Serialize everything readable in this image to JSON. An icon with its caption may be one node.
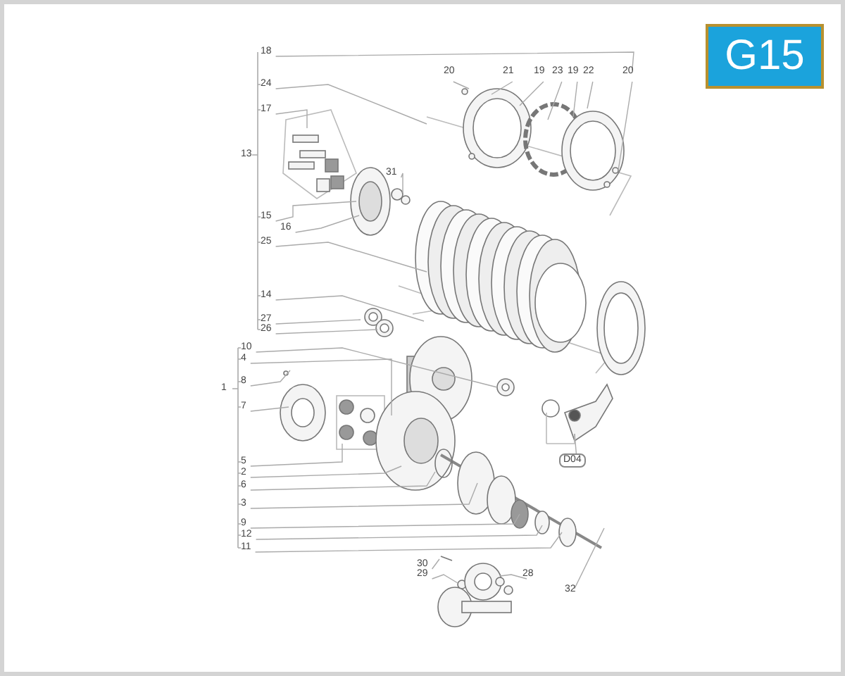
{
  "diagram": {
    "title": "G15",
    "nodes": [
      {
        "text": [
          "18"
        ]
      },
      {
        "text": [
          "24"
        ]
      },
      {
        "text": [
          "17"
        ]
      },
      {
        "text": [
          "31"
        ]
      },
      {
        "text": [
          "15"
        ]
      },
      {
        "text": [
          "16"
        ]
      },
      {
        "text": [
          "25"
        ]
      },
      {
        "text": [
          "14"
        ]
      },
      {
        "text": [
          "27"
        ]
      },
      {
        "text": [
          "26"
        ]
      },
      {
        "text": [
          "10"
        ]
      },
      {
        "text": [
          "4"
        ]
      },
      {
        "text": [
          "8"
        ]
      },
      {
        "text": [
          "7"
        ]
      },
      {
        "text": [
          "5"
        ]
      },
      {
        "text": [
          "2"
        ]
      },
      {
        "text": [
          "6"
        ]
      },
      {
        "text": [
          "3"
        ]
      },
      {
        "text": [
          "9"
        ]
      },
      {
        "text": [
          "12"
        ]
      },
      {
        "text": [
          "11"
        ]
      },
      {
        "text": [
          "30"
        ]
      },
      {
        "text": [
          "29"
        ]
      },
      {
        "text": [
          "28"
        ]
      },
      {
        "text": [
          "32"
        ]
      },
      {
        "text": [
          "D04"
        ]
      },
      {
        "text": [
          "20"
        ]
      },
      {
        "text": [
          "21"
        ]
      },
      {
        "text": [
          "19"
        ]
      },
      {
        "text": [
          "23"
        ]
      },
      {
        "text": [
          "19"
        ]
      },
      {
        "text": [
          "22"
        ]
      },
      {
        "text": [
          "20"
        ]
      }
    ],
    "edges": [
      {
        "from": 0,
        "to": 32,
        "arrow": "none"
      },
      {
        "from": 1,
        "to": null,
        "arrow": "none"
      },
      {
        "from": 2,
        "to": null,
        "arrow": "none"
      },
      {
        "from": 3,
        "to": null,
        "arrow": "none"
      },
      {
        "from": 4,
        "to": null,
        "arrow": "none"
      },
      {
        "from": 5,
        "to": null,
        "arrow": "none"
      },
      {
        "from": 6,
        "to": null,
        "arrow": "none"
      },
      {
        "from": 7,
        "to": null,
        "arrow": "none"
      },
      {
        "from": 8,
        "to": null,
        "arrow": "none"
      },
      {
        "from": 9,
        "to": null,
        "arrow": "none"
      },
      {
        "from": 10,
        "to": null,
        "arrow": "none"
      },
      {
        "from": 11,
        "to": null,
        "arrow": "none"
      },
      {
        "from": 12,
        "to": null,
        "arrow": "none"
      },
      {
        "from": 13,
        "to": null,
        "arrow": "none"
      },
      {
        "from": 14,
        "to": null,
        "arrow": "none"
      },
      {
        "from": 15,
        "to": null,
        "arrow": "none"
      },
      {
        "from": 16,
        "to": null,
        "arrow": "none"
      },
      {
        "from": 17,
        "to": null,
        "arrow": "none"
      },
      {
        "from": 18,
        "to": null,
        "arrow": "none"
      },
      {
        "from": 19,
        "to": null,
        "arrow": "none"
      },
      {
        "from": 20,
        "to": null,
        "arrow": "none"
      },
      {
        "from": 21,
        "to": null,
        "arrow": "none"
      },
      {
        "from": 22,
        "to": null,
        "arrow": "none"
      },
      {
        "from": 23,
        "to": null,
        "arrow": "none"
      },
      {
        "from": 24,
        "to": null,
        "arrow": "none"
      },
      {
        "from": 25,
        "to": null,
        "arrow": "none"
      },
      {
        "from": 26,
        "to": null,
        "arrow": "none"
      },
      {
        "from": 27,
        "to": null,
        "arrow": "none"
      },
      {
        "from": 28,
        "to": null,
        "arrow": "none"
      },
      {
        "from": 29,
        "to": null,
        "arrow": "none"
      },
      {
        "from": 30,
        "to": null,
        "arrow": "none"
      },
      {
        "from": 31,
        "to": null,
        "arrow": "none"
      },
      {
        "from": 32,
        "to": null,
        "arrow": "none"
      }
    ],
    "labels": [
      "13",
      "1"
    ]
  }
}
